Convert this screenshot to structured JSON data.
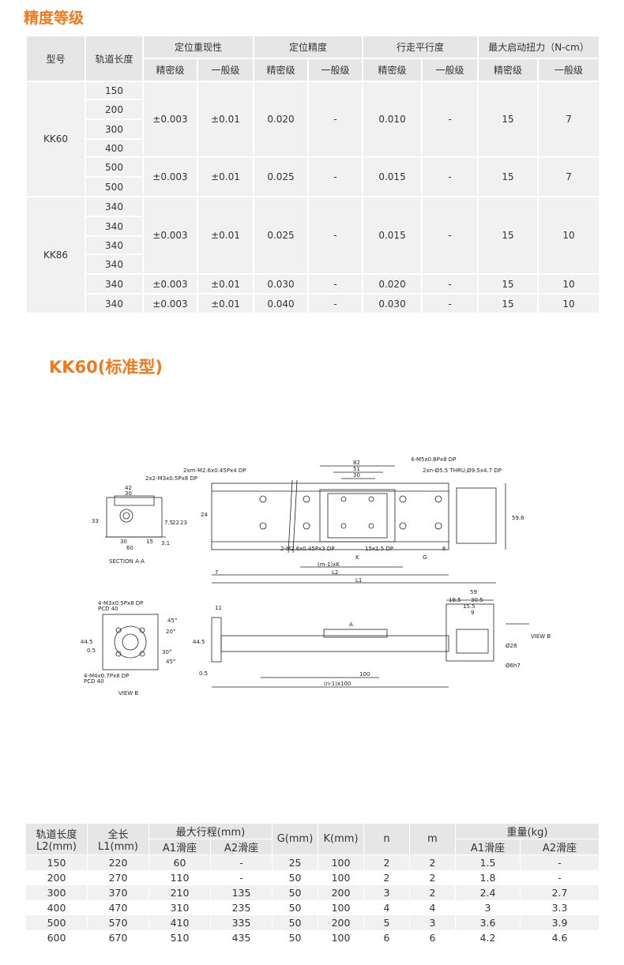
{
  "section1_title": "精度等级",
  "section2_title": "KK60(标准型)",
  "spec_table": {
    "headers": {
      "model": "型号",
      "rail_length": "轨道长度",
      "repeatability": "定位重现性",
      "accuracy": "定位精度",
      "parallelism": "行走平行度",
      "torque": "最大启动扭力（N-cm）",
      "precision_grade": "精密级",
      "normal_grade": "一般级"
    },
    "models": [
      "KK60",
      "KK86"
    ],
    "lengths": [
      "150",
      "200",
      "300",
      "400",
      "500",
      "500",
      "340",
      "340",
      "340",
      "340",
      "340",
      "340"
    ],
    "groups": [
      {
        "rep_p": "±0.003",
        "rep_n": "±0.01",
        "acc_p": "0.020",
        "acc_n": "-",
        "par_p": "0.010",
        "par_n": "-",
        "tq_p": "15",
        "tq_n": "7"
      },
      {
        "rep_p": "±0.003",
        "rep_n": "±0.01",
        "acc_p": "0.025",
        "acc_n": "-",
        "par_p": "0.015",
        "par_n": "-",
        "tq_p": "15",
        "tq_n": "7"
      },
      {
        "rep_p": "±0.003",
        "rep_n": "±0.01",
        "acc_p": "0.025",
        "acc_n": "-",
        "par_p": "0.015",
        "par_n": "-",
        "tq_p": "15",
        "tq_n": "10"
      },
      {
        "rep_p": "±0.003",
        "rep_n": "±0.01",
        "acc_p": "0.030",
        "acc_n": "-",
        "par_p": "0.020",
        "par_n": "-",
        "tq_p": "15",
        "tq_n": "10"
      },
      {
        "rep_p": "±0.003",
        "rep_n": "±0.01",
        "acc_p": "0.040",
        "acc_n": "-",
        "par_p": "0.030",
        "par_n": "-",
        "tq_p": "15",
        "tq_n": "10"
      }
    ]
  },
  "drawing_labels": {
    "d82": "82",
    "d51": "51",
    "d30": "30",
    "tap_top_right": "4-M5x0.8Px8 DP",
    "thru_hole": "2xn-Ø5.5 THRU,Ø9.5x4.7 DP",
    "tap_top_left1": "2xm-M2.6x0.45Px4 DP",
    "tap_top_left2": "2x2-M3x0.5Px8 DP",
    "d42": "42",
    "d30b": "30",
    "d33": "33",
    "d24": "24",
    "d15": "15",
    "d30c": "30",
    "d60": "60",
    "d7_5": "7.5",
    "d22": "22",
    "d23": "23",
    "d3_1": "3.1",
    "section_aa": "SECTION A-A",
    "tap_mid": "2-M2.6x0.45Px3 DP",
    "d15x15": "15x1.5 DP",
    "k": "K",
    "g": "G",
    "mk": "(m-1)xK",
    "l2": "L2",
    "l1": "L1",
    "d7": "7",
    "d59_6": "59.6",
    "d6": "6",
    "d59": "59",
    "d18_5": "18.5",
    "d30_5": "30.5",
    "d15_5": "15.5",
    "d9": "9",
    "view_b": "VIEW B",
    "view_b2": "VIEW B",
    "d11": "11",
    "a": "A",
    "d44_5": "44.5",
    "d0_5": "0.5",
    "d100": "100",
    "n100": "(n-1)x100",
    "d28": "Ø28",
    "d6h7": "Ø6h7",
    "tap_vb1": "4-M3x0.5Px8 DP",
    "pcd1": "PCD 40",
    "tap_vb2": "4-M4x0.7Px8 DP",
    "pcd2": "PCD 40",
    "a45": "45°",
    "a20": "20°",
    "a30": "30°",
    "a45b": "45°",
    "d44_5b": "44.5",
    "d0_5b": "0.5"
  },
  "size_table": {
    "headers": {
      "rail": "轨道长度",
      "rail_unit": "L2(mm)",
      "total": "全长",
      "total_unit": "L1(mm)",
      "stroke": "最大行程(mm)",
      "a1": "A1滑座",
      "a2": "A2滑座",
      "g": "G(mm)",
      "k": "K(mm)",
      "n": "n",
      "m": "m",
      "weight": "重量(kg)",
      "wa1": "A1滑座",
      "wa2": "A2滑座"
    },
    "rows": [
      [
        "150",
        "220",
        "60",
        "-",
        "25",
        "100",
        "2",
        "2",
        "1.5",
        "-"
      ],
      [
        "200",
        "270",
        "110",
        "-",
        "50",
        "100",
        "2",
        "2",
        "1.8",
        "-"
      ],
      [
        "300",
        "370",
        "210",
        "135",
        "50",
        "200",
        "3",
        "2",
        "2.4",
        "2.7"
      ],
      [
        "400",
        "470",
        "310",
        "235",
        "50",
        "100",
        "4",
        "4",
        "3",
        "3.3"
      ],
      [
        "500",
        "570",
        "410",
        "335",
        "50",
        "200",
        "5",
        "3",
        "3.6",
        "3.9"
      ],
      [
        "600",
        "670",
        "510",
        "435",
        "50",
        "100",
        "6",
        "6",
        "4.2",
        "4.6"
      ]
    ]
  }
}
